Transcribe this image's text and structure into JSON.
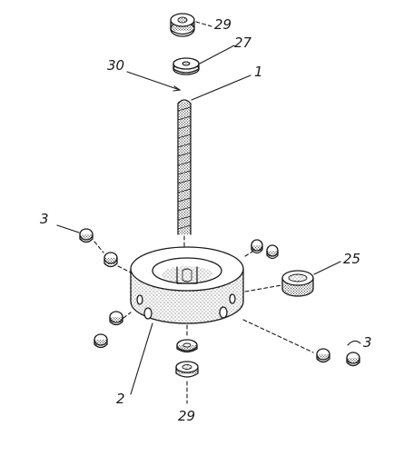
{
  "labels": {
    "nut_top": "29",
    "washer_top": "27",
    "tip": "30",
    "rod": "1",
    "screw_left": "3",
    "ring": "2",
    "knob": "25",
    "screw_right": "3",
    "nut_bottom": "29"
  }
}
